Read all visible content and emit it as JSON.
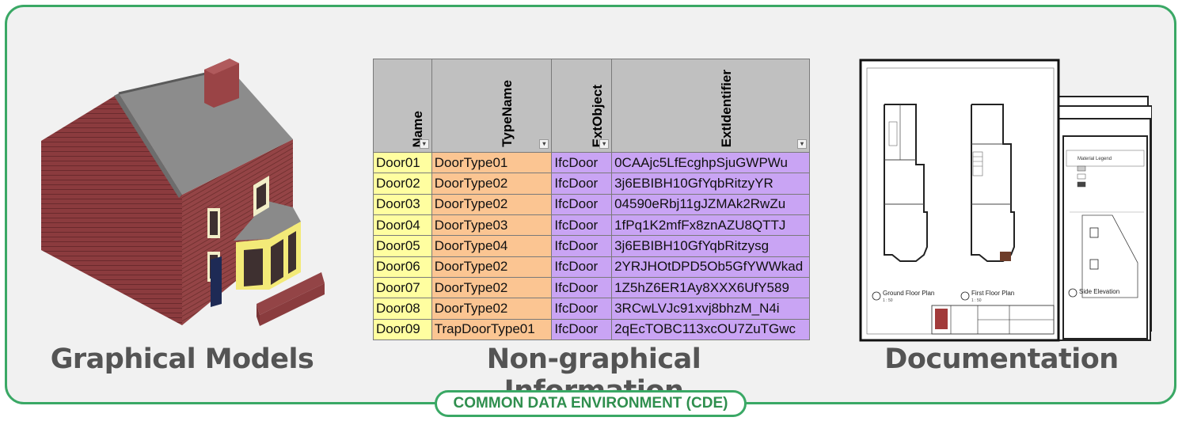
{
  "columns": {
    "left": {
      "caption": "Graphical Models"
    },
    "middle": {
      "caption": "Non-graphical Information"
    },
    "right": {
      "caption": "Documentation"
    }
  },
  "cde_label": "COMMON DATA ENVIRONMENT (CDE)",
  "table": {
    "headers": [
      "Name",
      "TypeName",
      "ExtObject",
      "ExtIdentifier"
    ],
    "rows": [
      [
        "Door01",
        "DoorType01",
        "IfcDoor",
        "0CAAjc5LfEcghpSjuGWPWu"
      ],
      [
        "Door02",
        "DoorType02",
        "IfcDoor",
        "3j6EBIBH10GfYqbRitzyYR"
      ],
      [
        "Door03",
        "DoorType02",
        "IfcDoor",
        "04590eRbj11gJZMAk2RwZu"
      ],
      [
        "Door04",
        "DoorType03",
        "IfcDoor",
        "1fPq1K2mfFx8znAZU8QTTJ"
      ],
      [
        "Door05",
        "DoorType04",
        "IfcDoor",
        "3j6EBIBH10GfYqbRitzysg"
      ],
      [
        "Door06",
        "DoorType02",
        "IfcDoor",
        "2YRJHOtDPD5Ob5GfYWWkad"
      ],
      [
        "Door07",
        "DoorType02",
        "IfcDoor",
        "1Z5hZ6ER1Ay8XXX6UfY589"
      ],
      [
        "Door08",
        "DoorType02",
        "IfcDoor",
        "3RCwLVJc91xvj8bhzM_N4i"
      ],
      [
        "Door09",
        "TrapDoorType01",
        "IfcDoor",
        "2qEcTOBC113xcOU7ZuTGwc"
      ]
    ]
  },
  "drawing": {
    "ground_floor": "Ground Floor Plan",
    "first_floor": "First Floor Plan",
    "side_elevation": "Side Elevation",
    "legend_title": "Material Legend",
    "scale": "1 : 50"
  },
  "colors": {
    "frame": "#3aa865",
    "brick": "#8a3a3c",
    "roof": "#8f8f8f",
    "name_col": "#fffea0",
    "type_col": "#fbc592",
    "ext_col": "#c9a4f4",
    "header": "#c0c0c0"
  }
}
